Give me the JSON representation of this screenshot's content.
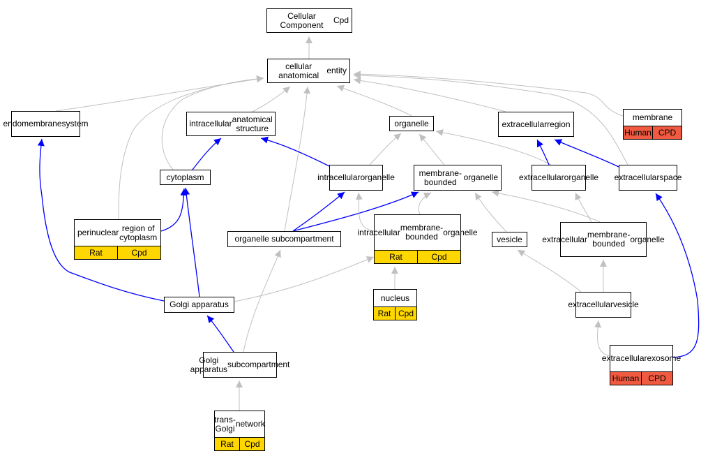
{
  "colors": {
    "is_a_edge": "#c0c0c0",
    "part_of_edge": "#0000ff",
    "rat_cpd_fill": "#ffd700",
    "human_cpd_fill": "#ef5a40"
  },
  "nodes": {
    "root": {
      "lines": [
        "Cellular Component",
        "Cpd"
      ]
    },
    "cae": {
      "lines": [
        "cellular anatomical",
        "entity"
      ]
    },
    "endo": {
      "lines": [
        "endomembrane",
        "system"
      ]
    },
    "ias": {
      "lines": [
        "intracellular",
        "anatomical structure"
      ]
    },
    "organelle": {
      "lines": [
        "organelle"
      ]
    },
    "extreg": {
      "lines": [
        "extracellular",
        "region"
      ]
    },
    "membrane": {
      "lines": [
        "membrane"
      ],
      "annotations": [
        "Human",
        "CPD"
      ]
    },
    "cytoplasm": {
      "lines": [
        "cytoplasm"
      ]
    },
    "intorg": {
      "lines": [
        "intracellular",
        "organelle"
      ]
    },
    "mbo": {
      "lines": [
        "membrane-bounded",
        "organelle"
      ]
    },
    "extorg": {
      "lines": [
        "extracellular",
        "organelle"
      ]
    },
    "extspace": {
      "lines": [
        "extracellular",
        "space"
      ]
    },
    "perinuc": {
      "lines": [
        "perinuclear",
        "region of cytoplasm"
      ],
      "annotations": [
        "Rat",
        "Cpd"
      ]
    },
    "orgsub": {
      "lines": [
        "organelle subcompartment"
      ]
    },
    "imbo": {
      "lines": [
        "intracellular",
        "membrane-bounded",
        "organelle"
      ],
      "annotations": [
        "Rat",
        "Cpd"
      ]
    },
    "vesicle": {
      "lines": [
        "vesicle"
      ]
    },
    "embo": {
      "lines": [
        "extracellular",
        "membrane-bounded",
        "organelle"
      ]
    },
    "nucleus": {
      "lines": [
        "nucleus"
      ],
      "annotations": [
        "Rat",
        "Cpd"
      ]
    },
    "golgi": {
      "lines": [
        "Golgi apparatus"
      ]
    },
    "extves": {
      "lines": [
        "extracellular",
        "vesicle"
      ]
    },
    "golgisub": {
      "lines": [
        "Golgi apparatus",
        "subcompartment"
      ]
    },
    "exosome": {
      "lines": [
        "extracellular",
        "exosome"
      ],
      "annotations": [
        "Human",
        "CPD"
      ]
    },
    "tgn": {
      "lines": [
        "trans-Golgi",
        "network"
      ],
      "annotations": [
        "Rat",
        "Cpd"
      ]
    }
  },
  "edges": [
    {
      "from": "cae",
      "to": "root",
      "type": "is_a"
    },
    {
      "from": "endo",
      "to": "cae",
      "type": "is_a"
    },
    {
      "from": "ias",
      "to": "cae",
      "type": "is_a"
    },
    {
      "from": "organelle",
      "to": "cae",
      "type": "is_a"
    },
    {
      "from": "extreg",
      "to": "cae",
      "type": "is_a"
    },
    {
      "from": "membrane",
      "to": "cae",
      "type": "is_a"
    },
    {
      "from": "cytoplasm",
      "to": "cae",
      "type": "is_a"
    },
    {
      "from": "perinuc",
      "to": "cae",
      "type": "is_a"
    },
    {
      "from": "orgsub",
      "to": "cae",
      "type": "is_a"
    },
    {
      "from": "extspace",
      "to": "cae",
      "type": "is_a"
    },
    {
      "from": "cytoplasm",
      "to": "ias",
      "type": "part_of"
    },
    {
      "from": "intorg",
      "to": "ias",
      "type": "part_of"
    },
    {
      "from": "intorg",
      "to": "organelle",
      "type": "is_a"
    },
    {
      "from": "mbo",
      "to": "organelle",
      "type": "is_a"
    },
    {
      "from": "extorg",
      "to": "organelle",
      "type": "is_a"
    },
    {
      "from": "extorg",
      "to": "extreg",
      "type": "part_of"
    },
    {
      "from": "extspace",
      "to": "extreg",
      "type": "part_of"
    },
    {
      "from": "perinuc",
      "to": "cytoplasm",
      "type": "part_of"
    },
    {
      "from": "orgsub",
      "to": "intorg",
      "type": "part_of"
    },
    {
      "from": "orgsub",
      "to": "mbo",
      "type": "part_of"
    },
    {
      "from": "imbo",
      "to": "intorg",
      "type": "is_a"
    },
    {
      "from": "imbo",
      "to": "mbo",
      "type": "is_a"
    },
    {
      "from": "vesicle",
      "to": "mbo",
      "type": "is_a"
    },
    {
      "from": "embo",
      "to": "mbo",
      "type": "is_a"
    },
    {
      "from": "embo",
      "to": "extorg",
      "type": "is_a"
    },
    {
      "from": "nucleus",
      "to": "imbo",
      "type": "is_a"
    },
    {
      "from": "golgi",
      "to": "endo",
      "type": "part_of"
    },
    {
      "from": "golgi",
      "to": "cytoplasm",
      "type": "part_of"
    },
    {
      "from": "golgi",
      "to": "imbo",
      "type": "is_a"
    },
    {
      "from": "extves",
      "to": "vesicle",
      "type": "is_a"
    },
    {
      "from": "extves",
      "to": "embo",
      "type": "is_a"
    },
    {
      "from": "golgisub",
      "to": "golgi",
      "type": "part_of"
    },
    {
      "from": "golgisub",
      "to": "orgsub",
      "type": "is_a"
    },
    {
      "from": "exosome",
      "to": "extves",
      "type": "is_a"
    },
    {
      "from": "exosome",
      "to": "extspace",
      "type": "part_of"
    },
    {
      "from": "tgn",
      "to": "golgisub",
      "type": "is_a"
    }
  ]
}
